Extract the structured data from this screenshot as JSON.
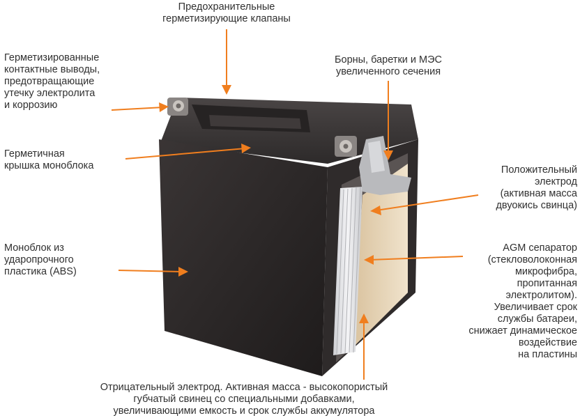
{
  "labels": {
    "valves": "Предохранительные\nгерметизирующие клапаны",
    "terminals": "Герметизированные\nконтактные выводы,\nпредотвращающие\nутечку электролита\nи коррозию",
    "straps": "Борны, баретки и МЭС\nувеличенного сечения",
    "lid": "Герметичная\nкрышка моноблока",
    "positive": "Положительный\nэлектрод\n(активная масса\nдвуокись свинца)",
    "monoblock": "Моноблок из\nударопрочного\nпластика (ABS)",
    "agm": "AGM сепаратор\n(стекловолоконная\nмикрофибра,\nпропитанная\nэлектролитом).\nУвеличивает срок\nслужбы батареи,\nснижает динамическое\nвоздействие\nна пластины",
    "negative": "Отрицательный электрод. Активная масса - высокопористый\nгубчатый свинец со специальными добавками,\nувеличивающими емкость и срок службы аккумулятора"
  },
  "colors": {
    "arrow": "#f07e1e",
    "case_dark": "#2b2828",
    "case_mid": "#3a3636",
    "lid": "#3d3939",
    "plates_light": "#e8e8ea",
    "agm_tan": "#e7d7bd",
    "lead_grey": "#b9babd",
    "text": "#303030"
  },
  "icons": {
    "arrow": "orange-arrow-icon",
    "terminal": "terminal-post-icon"
  }
}
